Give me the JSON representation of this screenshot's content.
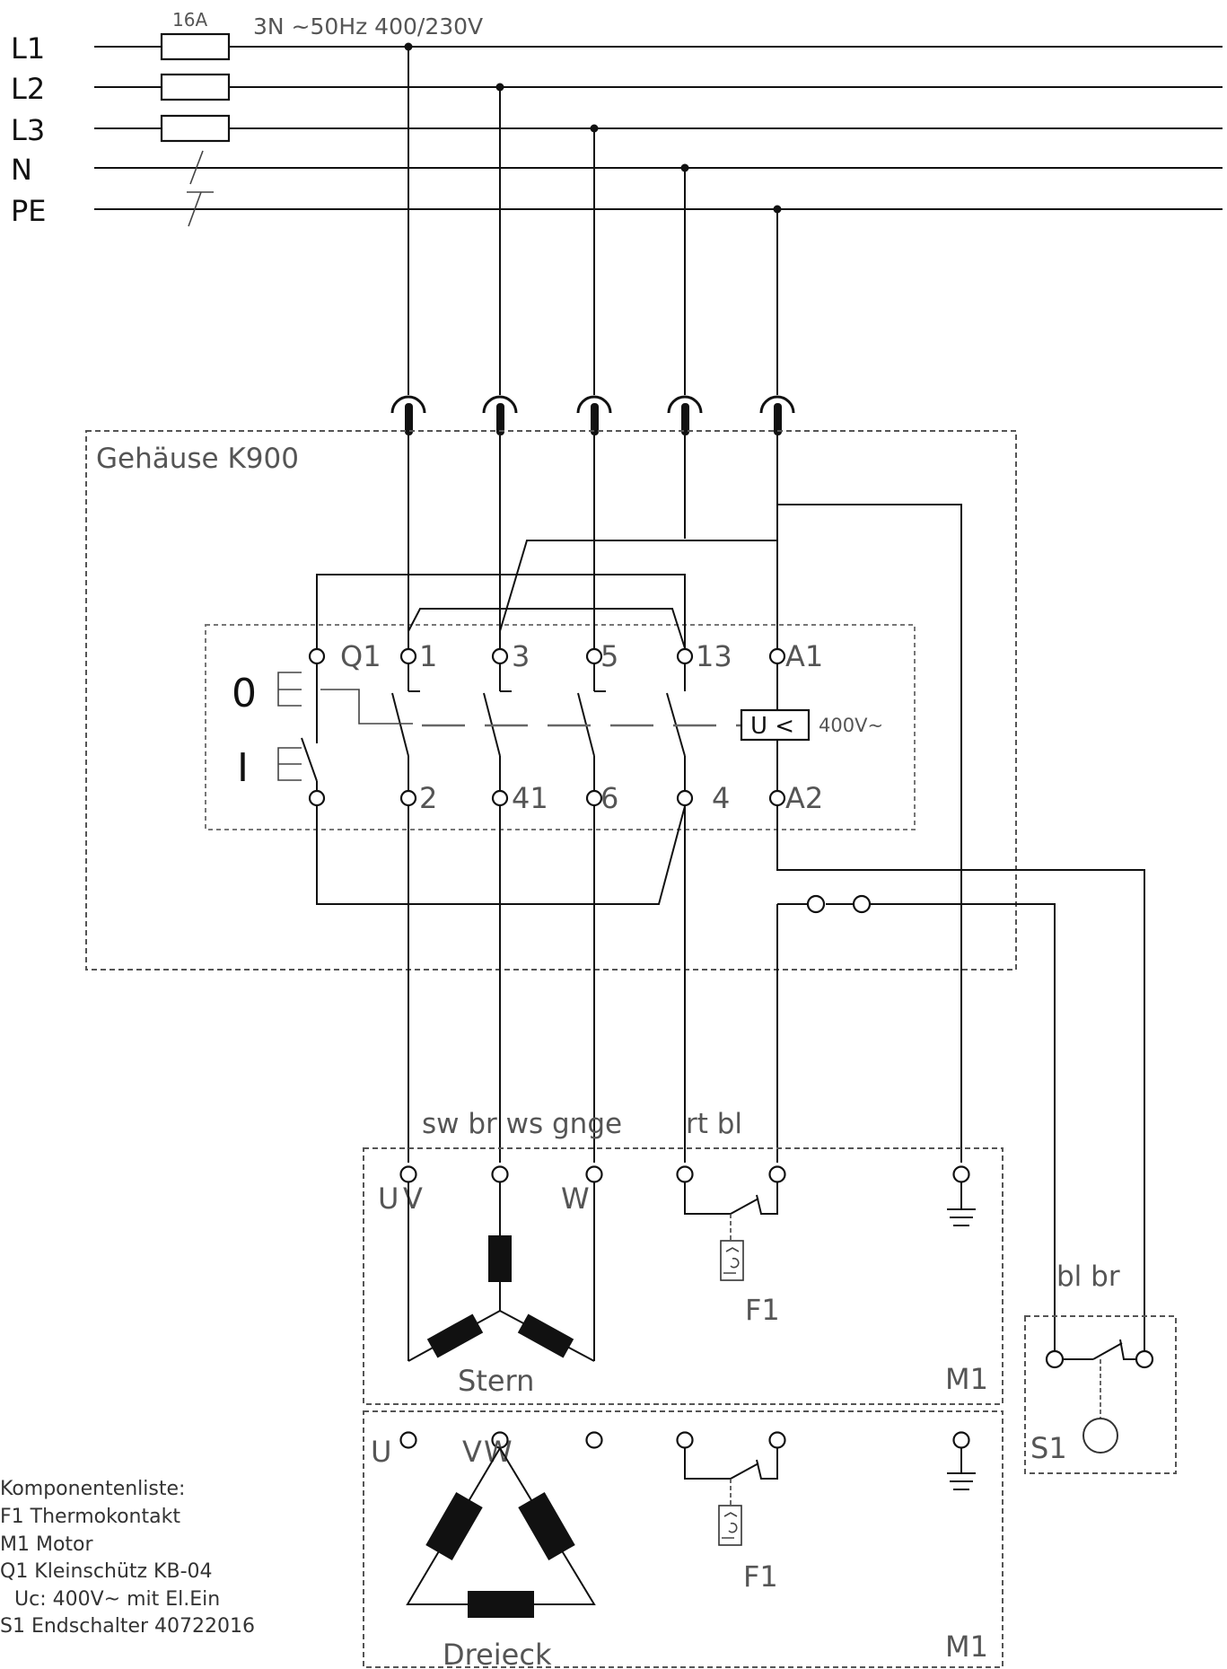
{
  "supply": {
    "line_labels": [
      "L1",
      "L2",
      "L3",
      "N",
      "PE"
    ],
    "fuse_rating": "16A",
    "network": "3N ~50Hz 400/230V"
  },
  "enclosure": {
    "title": "Gehäuse K900"
  },
  "q1": {
    "name": "Q1",
    "top_terminals": [
      "1",
      "3",
      "5",
      "13",
      "A1"
    ],
    "bottom_terminals": [
      "2",
      "41",
      "6",
      "4",
      "A2"
    ],
    "off_label": "0",
    "on_label": "I",
    "undervoltage": "U <",
    "coil_voltage": "400V~"
  },
  "cable_colors": {
    "motor": "sw br ws gnge",
    "thermal": "rt bl",
    "switch": "bl br"
  },
  "motor_star": {
    "terminals": [
      "U",
      "V",
      "W"
    ],
    "label": "Stern",
    "thermal": "F1",
    "name": "M1"
  },
  "motor_delta": {
    "terminals": [
      "U",
      "V",
      "W"
    ],
    "label": "Dreieck",
    "thermal": "F1",
    "name": "M1"
  },
  "limit_switch": {
    "name": "S1"
  },
  "legend": {
    "title": "Komponentenliste:",
    "items": [
      "F1 Thermokontakt",
      "M1 Motor",
      "Q1 Kleinschütz KB-04",
      "Uc: 400V~ mit El.Ein",
      "S1 Endschalter 40722016"
    ]
  }
}
